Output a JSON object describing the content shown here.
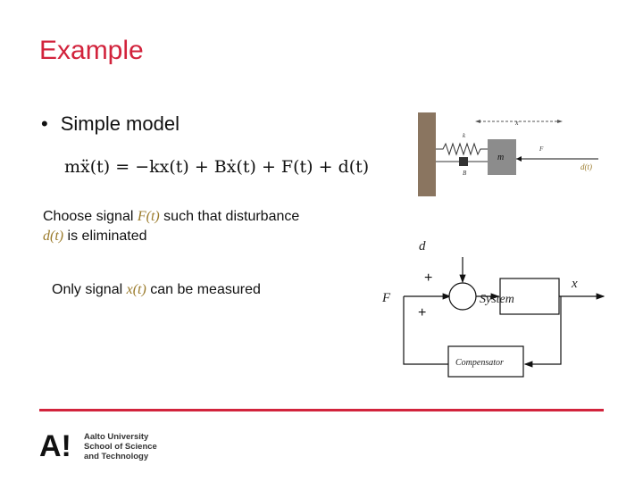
{
  "slide": {
    "title": "Example",
    "bullet": "Simple model",
    "equation": "mẍ(t) = −kx(t) + Bẋ(t) + F(t) + d(t)",
    "choose_text_1": "Choose signal ",
    "choose_sym_F": "F(t)",
    "choose_text_2": " such that disturbance ",
    "choose_sym_d": "d(t)",
    "choose_text_3": " is eliminated",
    "only_text_1": "Only signal ",
    "only_sym_x": "x(t)",
    "only_text_2": " can be measured"
  },
  "mechanical_figure": {
    "label_x": "x",
    "label_k": "k",
    "label_F": "F",
    "label_m": "m",
    "label_B": "B",
    "label_d": "d(t)"
  },
  "block_diagram": {
    "input_label": "F",
    "disturbance_label": "d",
    "plus_top": "+",
    "plus_bottom": "+",
    "system_label": "System",
    "output_label": "x",
    "compensator_label": "Compensator"
  },
  "footer": {
    "logo_mark": "A!",
    "logo_line1": "Aalto University",
    "logo_line2": "School of Science",
    "logo_line3": "and Technology"
  },
  "colors": {
    "accent": "#d2233c",
    "symbol": "#9a7a2a"
  }
}
